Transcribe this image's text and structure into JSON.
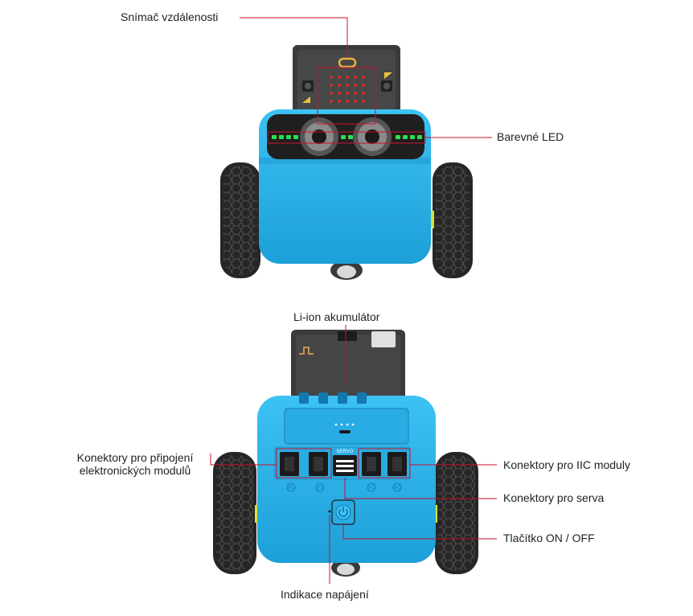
{
  "labels": {
    "distance_sensor": "Snímač vzdálenosti",
    "color_led": "Barevné LED",
    "battery": "Li-ion akumulátor",
    "module_connectors_line1": "Konektory pro připojení",
    "module_connectors_line2": "elektronických modulů",
    "iic_connectors": "Konektory pro IIC moduly",
    "servo_connectors": "Konektory pro serva",
    "power_button": "Tlačítko ON / OFF",
    "power_indicator": "Indikace napájení"
  },
  "robot": {
    "connector_port_labels": [
      "P1",
      "P2",
      "IIC",
      "IIC"
    ],
    "servo_label": "SERVO"
  },
  "colors": {
    "leader_line": "#c8102e",
    "body_blue": "#2bb3ea",
    "body_blue_dark": "#1593c9",
    "wheel": "#2b2b2b",
    "led_green": "#28e04a",
    "board": "#3a3a3a"
  }
}
